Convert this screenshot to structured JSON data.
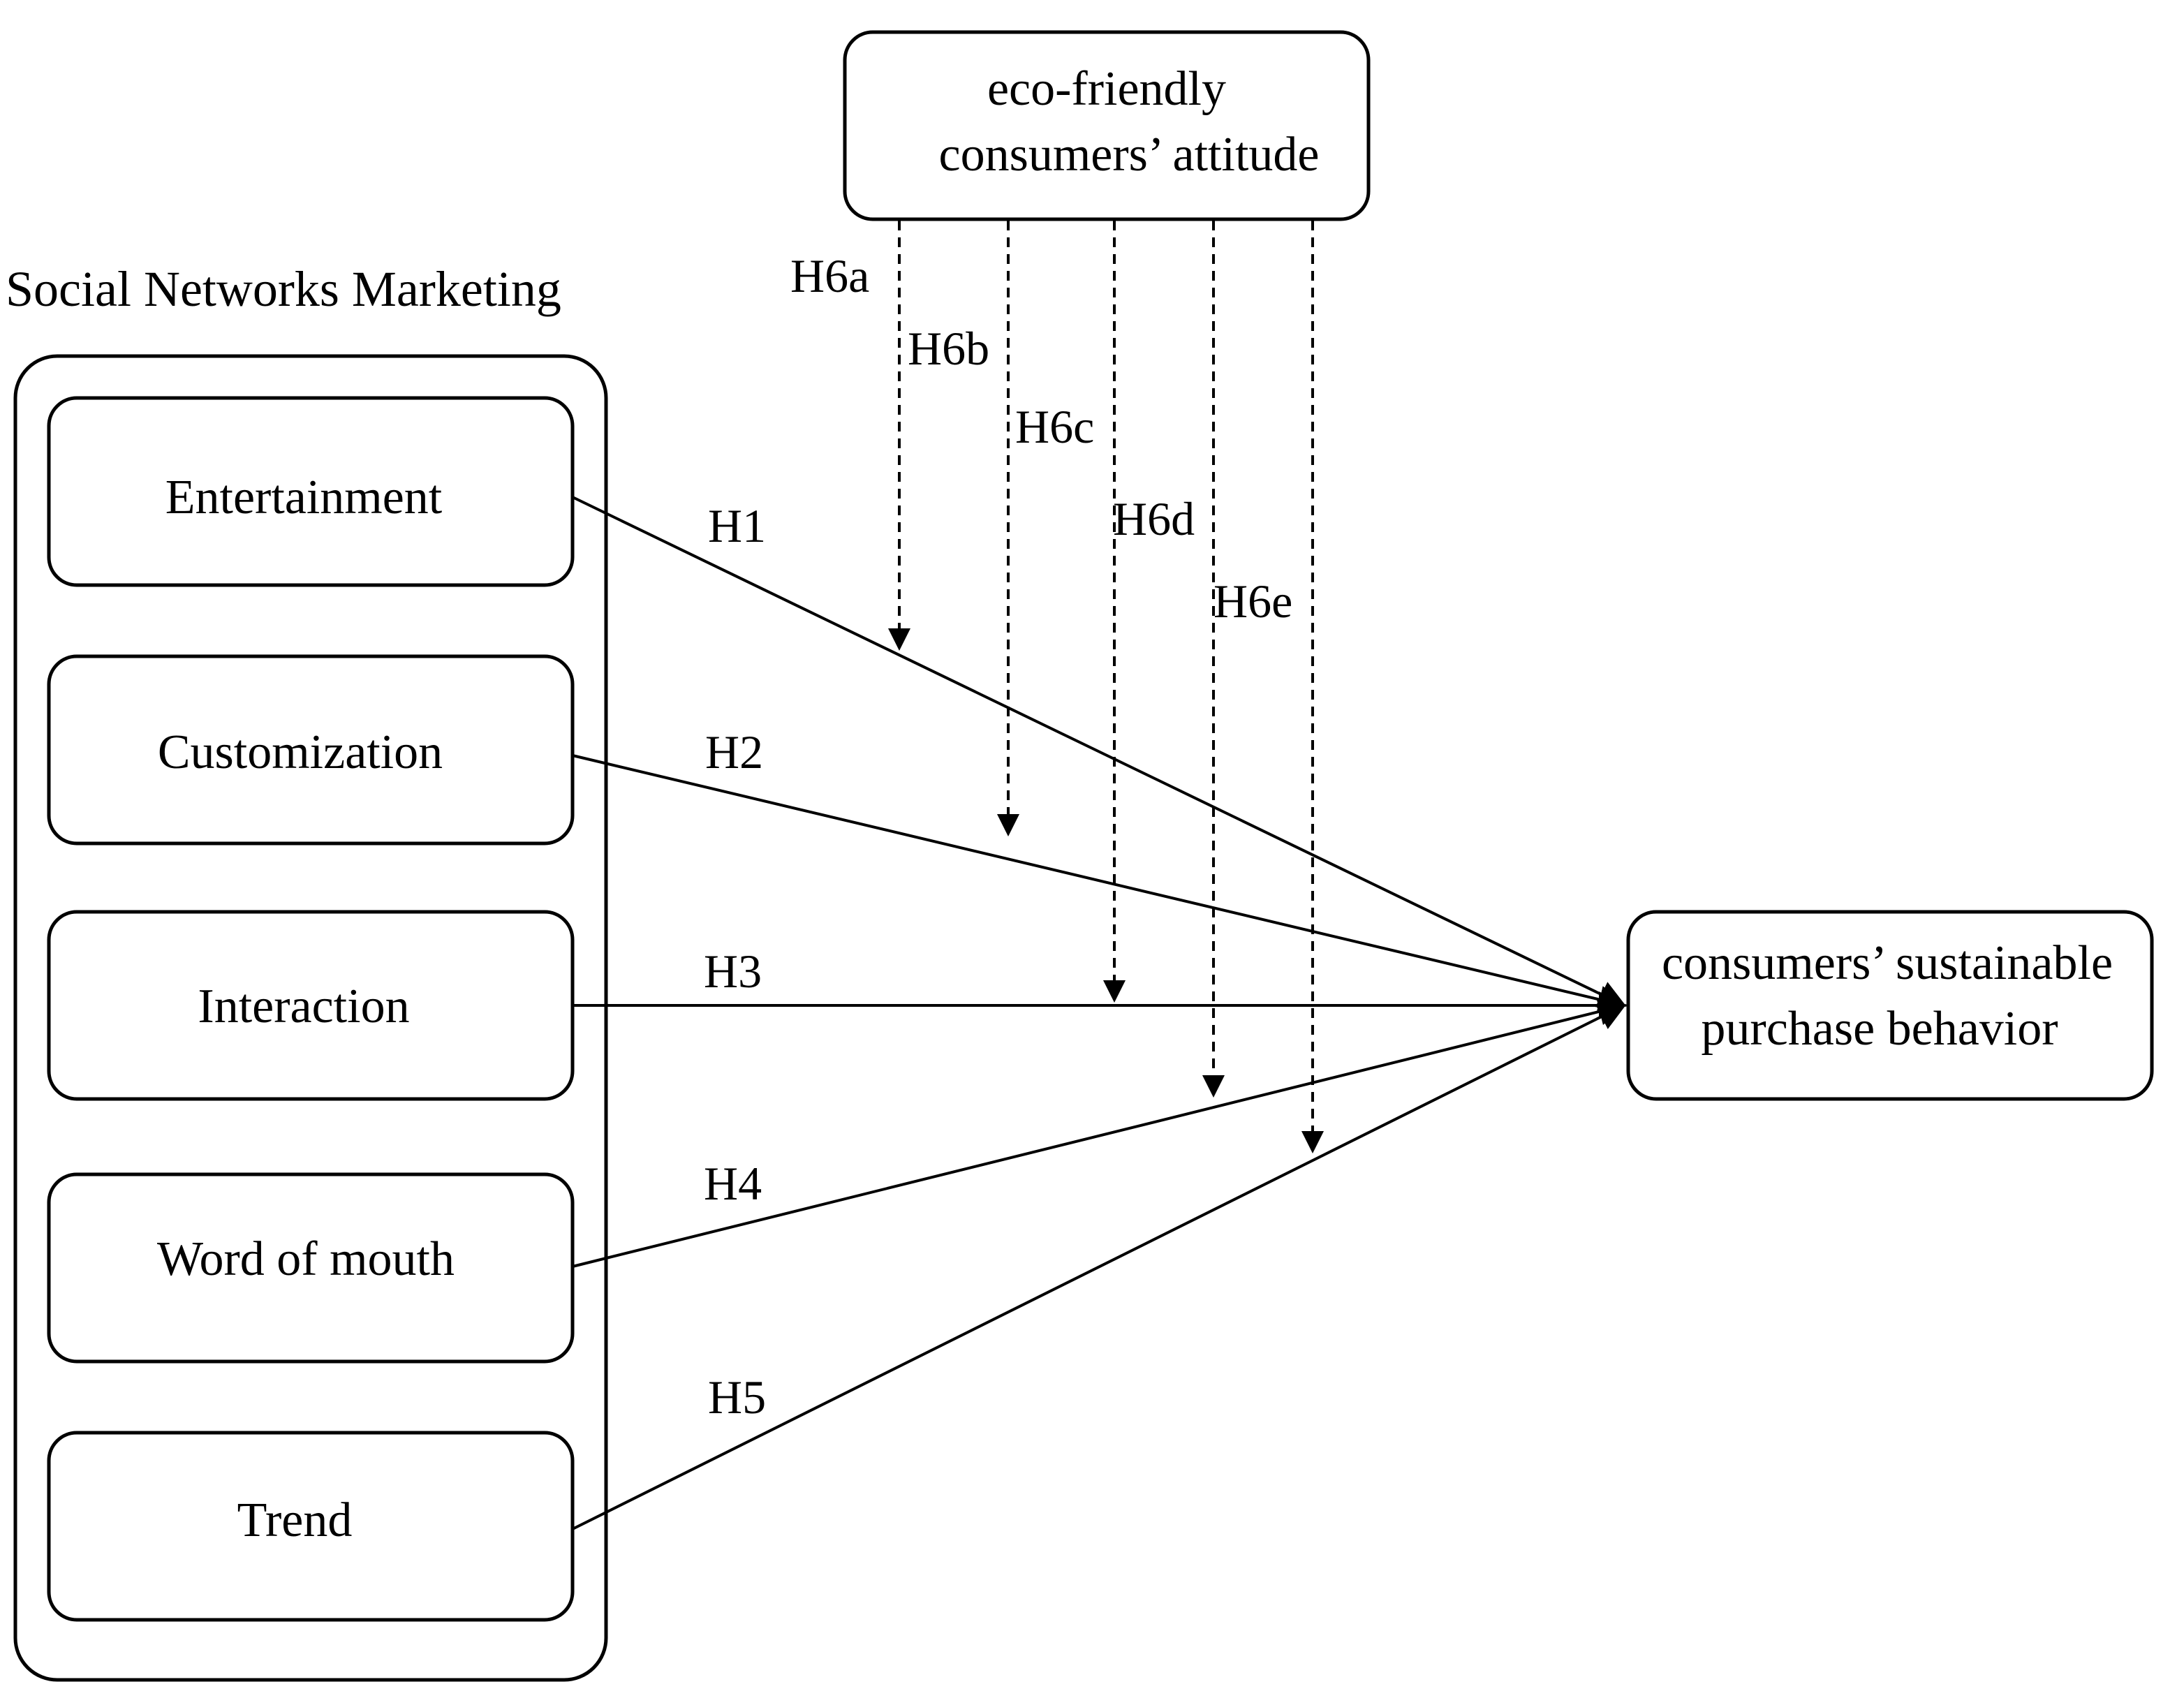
{
  "group": {
    "title": "Social Networks Marketing"
  },
  "nodes": {
    "entertainment": "Entertainment",
    "customization": "Customization",
    "interaction": "Interaction",
    "word_of_mouth": "Word of mouth",
    "trend": "Trend",
    "moderator_line1": "eco-friendly",
    "moderator_line2": "consumers’ attitude",
    "outcome_line1": "consumers’ sustainable",
    "outcome_line2": "purchase behavior"
  },
  "hypotheses": {
    "h1": "H1",
    "h2": "H2",
    "h3": "H3",
    "h4": "H4",
    "h5": "H5",
    "h6a": "H6a",
    "h6b": "H6b",
    "h6c": "H6c",
    "h6d": "H6d",
    "h6e": "H6e"
  },
  "colors": {
    "stroke": "#000000",
    "background": "#ffffff"
  }
}
